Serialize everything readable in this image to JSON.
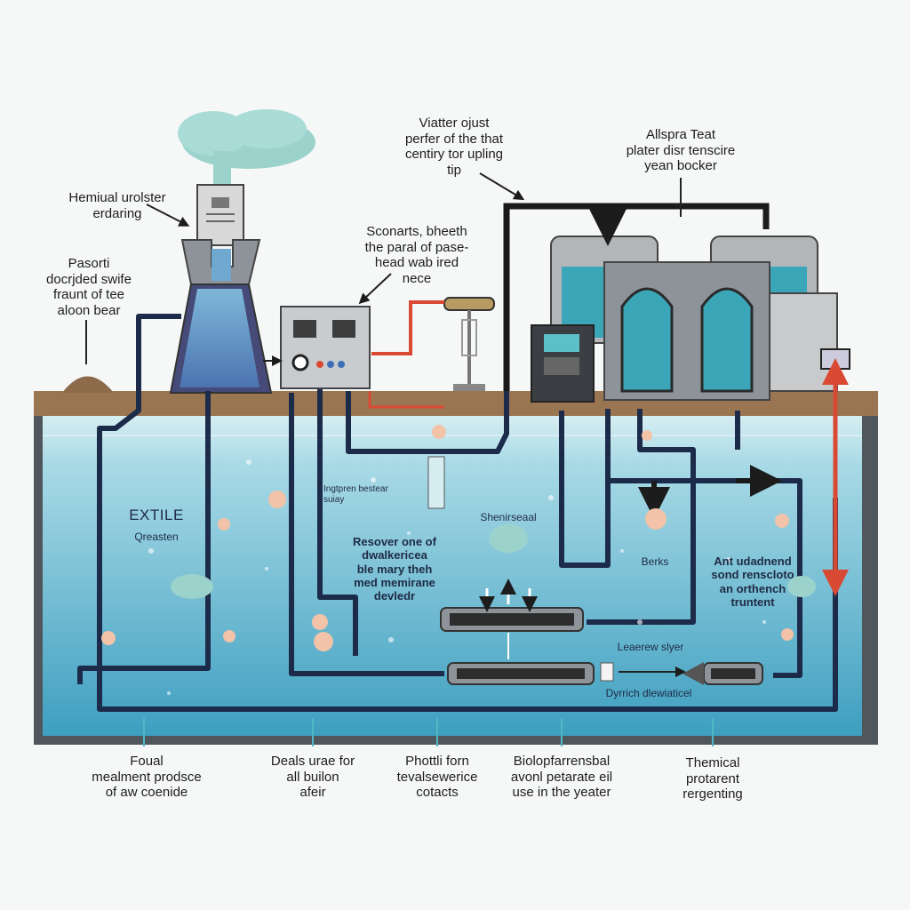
{
  "callouts_top": {
    "chimney": "Hemiual urolster\nerdaring",
    "mound": "Pasorti\ndocrjded swife\nfraunt of tee\naloon bear",
    "center": "Viatter ojust\nperfer of the that\ncentiry tor upling\ntip",
    "panel": "Sconarts, bheeth\nthe paral of pase-\nhead wab ired\nnece",
    "tanks": "Allspra Teat\nplater disr tenscire\nyean bocker"
  },
  "in_water": {
    "extile": "EXTILE",
    "greaten": "Qreasten",
    "mixer_label": "Ingtpren bestear\nsuiay",
    "arrow_label": "→",
    "center_process": "Shenirseaal",
    "recover": "Resover one of\ndwalkericea\nble mary theh\nmed memirane\ndevledr",
    "berks": "Berks",
    "treatment": "Ant udadnend\nsond renscloto\nan orthench\ntruntent",
    "leaerew": "Leaerew slyer",
    "dyrich": "Dyrrich dlewiaticel"
  },
  "callouts_bottom": [
    "Foual\nmealment prodsce\nof aw coenide",
    "Deals urae for\nall builon\nafeir",
    "Phottli forn\ntevalsewerice\ncotacts",
    "Biolopfarrensbal\navonl petarate eil\nuse in the yeater",
    "Themical\nprotarent\nrergenting"
  ],
  "colors": {
    "ground": "#8d6a4a",
    "water_top": "#d6eef2",
    "water_bottom": "#3e9fc0",
    "pipe_dark": "#1c2b4a",
    "pipe_red": "#d94a35",
    "machine_gray": "#8e9399",
    "tank_teal": "#3aa6b8",
    "steam": "#9bd3cc",
    "frame": "#50575c"
  },
  "icons": [
    "factory-chimney-icon",
    "control-panel-icon",
    "valve-icon",
    "storage-tank-icon",
    "membrane-filter-icon",
    "pump-icon",
    "steam-cloud-icon",
    "sludge-icon"
  ]
}
